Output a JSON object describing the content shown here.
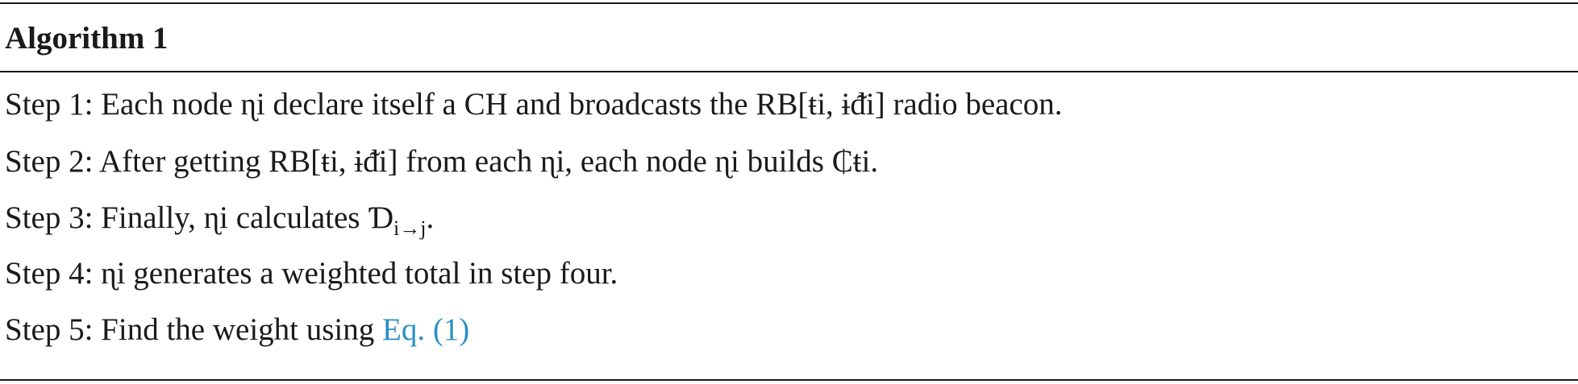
{
  "algorithm": {
    "title": "Algorithm 1",
    "steps": [
      {
        "text": "Step 1: Each node ɳi declare itself a CH and broadcasts the RB[ŧi, ɨᵭi] radio beacon."
      },
      {
        "text": "Step 2: After getting RB[ŧi, ɨᵭi] from each ɳi, each node ɳi builds ₵ŧi."
      },
      {
        "prefix": "Step 3: Finally, ɳi calculates ",
        "symbol": "Ɗ",
        "subscript": "i→j",
        "suffix": "."
      },
      {
        "text": "Step 4: ɳi generates a weighted total in step four."
      },
      {
        "prefix": "Step 5: Find the weight using ",
        "link": "Eq. (1)"
      }
    ]
  }
}
